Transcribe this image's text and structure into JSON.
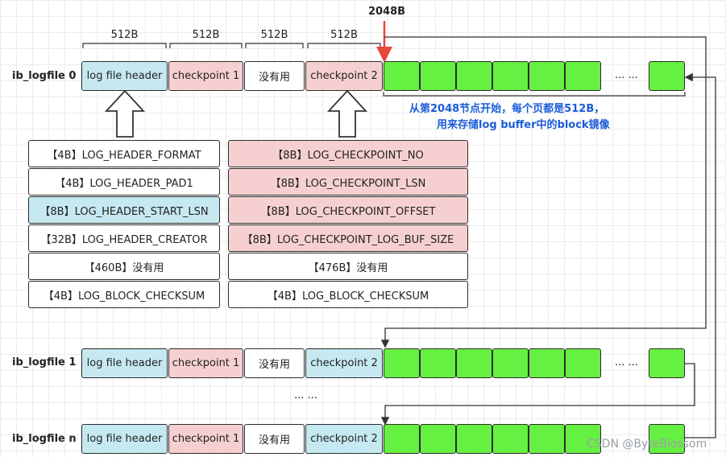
{
  "marker_label": "2048B",
  "sizes": [
    "512B",
    "512B",
    "512B",
    "512B"
  ],
  "files": [
    {
      "name": "ib_logfile 0",
      "segments": [
        "log file header",
        "checkpoint 1",
        "没有用",
        "checkpoint 2"
      ],
      "ellipsis": "... ..."
    },
    {
      "name": "ib_logfile 1",
      "segments": [
        "log file header",
        "checkpoint 1",
        "没有用",
        "checkpoint 2"
      ],
      "ellipsis": "... ..."
    },
    {
      "name": "ib_logfile n",
      "segments": [
        "log file header",
        "checkpoint 1",
        "没有用",
        "checkpoint 2"
      ]
    }
  ],
  "between_ellipsis": "... ...",
  "note": [
    "从第2048节点开始，每个页都是512B，",
    "用来存储log buffer中的block镜像"
  ],
  "header_fields": [
    "【4B】LOG_HEADER_FORMAT",
    "【4B】LOG_HEADER_PAD1",
    "【8B】LOG_HEADER_START_LSN",
    "【32B】LOG_HEADER_CREATOR",
    "【460B】没有用",
    "【4B】LOG_BLOCK_CHECKSUM"
  ],
  "checkpoint_fields": [
    "【8B】LOG_CHECKPOINT_NO",
    "【8B】LOG_CHECKPOINT_LSN",
    "【8B】LOG_CHECKPOINT_OFFSET",
    "【8B】LOG_CHECKPOINT_LOG_BUF_SIZE",
    "【476B】没有用",
    "【4B】LOG_BLOCK_CHECKSUM"
  ],
  "watermark": "CSDN @ByteBlossom",
  "colors": {
    "header": "#c6e9f1",
    "checkpoint": "#f6d0d0",
    "unused": "#ffffff",
    "block": "#66f041",
    "marker": "#e8463a",
    "note": "#1a5bd8"
  }
}
